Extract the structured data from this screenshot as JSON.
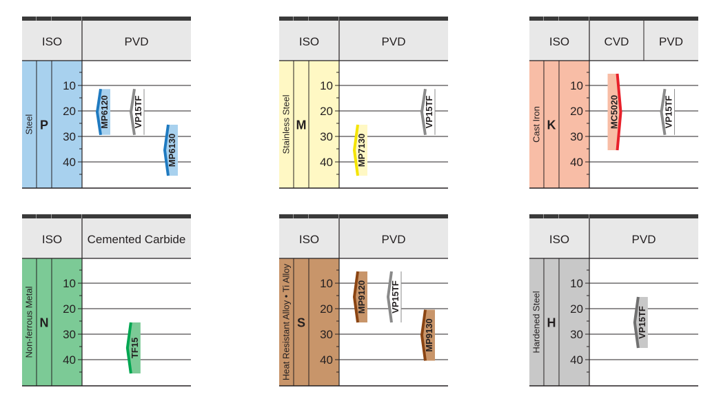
{
  "scale_ticks": [
    "10",
    "20",
    "30",
    "40"
  ],
  "charts": [
    {
      "id": "steel",
      "iso_label": "ISO",
      "category": "Steel",
      "letter": "P",
      "color": "#a8d1ee",
      "headers": [
        {
          "label": "PVD"
        }
      ],
      "grades": [
        {
          "name": "MP6120",
          "start": 6,
          "end": 24,
          "col": 0,
          "fill": "#a8d1ee",
          "edge": "#1f7ac0",
          "arrow": "left"
        },
        {
          "name": "VP15TF",
          "start": 6,
          "end": 24,
          "col": 1,
          "fill": "#ffffff",
          "edge": "#8a8a8a",
          "arrow": "left"
        },
        {
          "name": "MP6130",
          "start": 20,
          "end": 40,
          "col": 2,
          "fill": "#a8d1ee",
          "edge": "#1f7ac0",
          "arrow": "left"
        }
      ]
    },
    {
      "id": "stainless",
      "iso_label": "ISO",
      "category": "Stainless Steel",
      "letter": "M",
      "color": "#fff8c4",
      "headers": [
        {
          "label": "PVD"
        }
      ],
      "grades": [
        {
          "name": "MP7130",
          "start": 20,
          "end": 40,
          "col": 0,
          "fill": "#fff8c4",
          "edge": "#f4e400",
          "arrow": "left"
        },
        {
          "name": "VP15TF",
          "start": 6,
          "end": 24,
          "col": 2,
          "fill": "#ffffff",
          "edge": "#8a8a8a",
          "arrow": "left"
        }
      ]
    },
    {
      "id": "castiron",
      "iso_label": "ISO",
      "category": "Cast Iron",
      "letter": "K",
      "color": "#f8bda6",
      "headers": [
        {
          "label": "CVD"
        },
        {
          "label": "PVD"
        }
      ],
      "grades": [
        {
          "name": "MC5020",
          "start": 0,
          "end": 30,
          "col": 0,
          "fill": "#f8bda6",
          "edge": "#e8202a",
          "arrow": "right"
        },
        {
          "name": "VP15TF",
          "start": 6,
          "end": 24,
          "col": 1,
          "fill": "#ffffff",
          "edge": "#8a8a8a",
          "arrow": "left"
        }
      ]
    },
    {
      "id": "nonferrous",
      "iso_label": "ISO",
      "category": "Non-ferrous Metal",
      "letter": "N",
      "color": "#7cca96",
      "headers": [
        {
          "label": "Cemented Carbide"
        }
      ],
      "grades": [
        {
          "name": "TF15",
          "start": 20,
          "end": 40,
          "col": 0,
          "fill": "#7cca96",
          "edge": "#00a651",
          "arrow": "left"
        }
      ]
    },
    {
      "id": "heatresistant",
      "iso_label": "ISO",
      "category": "Heat Resistant Alloy • Ti Alloy",
      "letter": "S",
      "color": "#c8956a",
      "headers": [
        {
          "label": "PVD"
        }
      ],
      "grades": [
        {
          "name": "MP9120",
          "start": 0,
          "end": 20,
          "col": 0,
          "fill": "#c8956a",
          "edge": "#8b4513",
          "arrow": "left"
        },
        {
          "name": "VP15TF",
          "start": 0,
          "end": 20,
          "col": 1,
          "fill": "#ffffff",
          "edge": "#8a8a8a",
          "arrow": "left"
        },
        {
          "name": "MP9130",
          "start": 15,
          "end": 35,
          "col": 2,
          "fill": "#c8956a",
          "edge": "#8b4513",
          "arrow": "left"
        }
      ]
    },
    {
      "id": "hardened",
      "iso_label": "ISO",
      "category": "Hardened Steel",
      "letter": "H",
      "color": "#c8c8c8",
      "headers": [
        {
          "label": "PVD"
        }
      ],
      "grades": [
        {
          "name": "VP15TF",
          "start": 10,
          "end": 30,
          "col": 0,
          "fill": "#c8c8c8",
          "edge": "#707070",
          "arrow": "left"
        }
      ]
    }
  ]
}
